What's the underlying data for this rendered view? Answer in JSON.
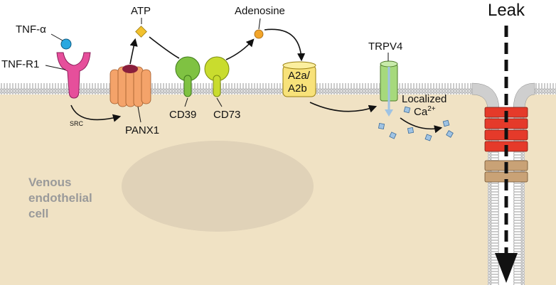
{
  "labels": {
    "tnf_alpha": "TNF-α",
    "tnf_r1": "TNF-R1",
    "src": "SRC",
    "atp": "ATP",
    "panx1": "PANX1",
    "cd39": "CD39",
    "cd73": "CD73",
    "adenosine": "Adenosine",
    "a2a": "A2a/",
    "a2b": "A2b",
    "trpv4": "TRPV4",
    "localized": "Localized",
    "ca_base": "Ca",
    "ca_sup": "2+",
    "leak": "Leak",
    "cell_line1": "Venous",
    "cell_line2": "endothelial",
    "cell_line3": "cell"
  },
  "colors": {
    "cytoplasm": "#f0e2c4",
    "nucleus": "#e0d2b8",
    "membrane_head": "#cfcfcf",
    "tnf_alpha": "#2aa8e0",
    "tnf_r1": "#e64f9b",
    "atp": "#f2c12e",
    "panx1": "#f4a36a",
    "panx1_pore": "#8a1f3c",
    "cd39": "#7fc242",
    "cd73": "#c9dc2e",
    "adenosine": "#f2a52a",
    "a2a_a2b": "#f8e27a",
    "trpv4": "#a6d97c",
    "calcium": "#9fc3e3",
    "junction_red": "#e53a2a",
    "junction_tan": "#c9a276",
    "arrow": "#111111"
  }
}
